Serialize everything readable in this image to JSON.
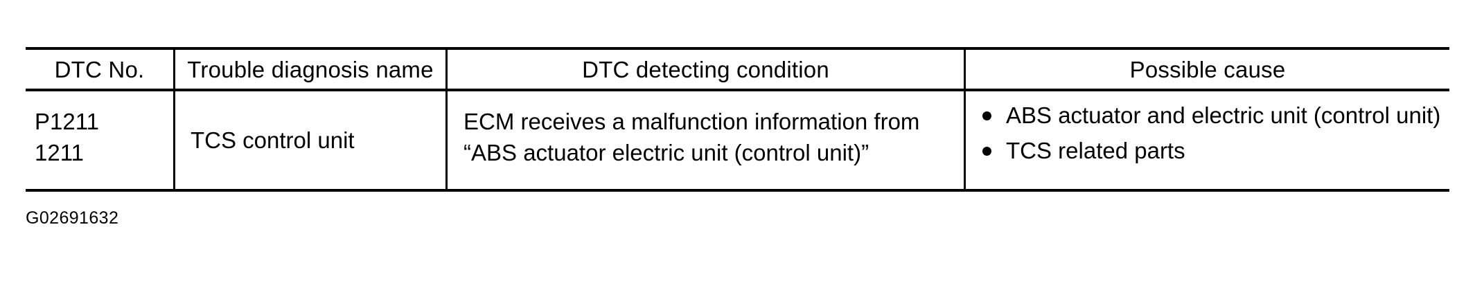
{
  "document": {
    "figure_id": "G02691632"
  },
  "table": {
    "columns": [
      {
        "key": "dtc_no",
        "header": "DTC No."
      },
      {
        "key": "diagnosis",
        "header": "Trouble diagnosis name"
      },
      {
        "key": "condition",
        "header": "DTC detecting condition"
      },
      {
        "key": "cause",
        "header": "Possible cause"
      }
    ],
    "rows": [
      {
        "dtc_no_lines": [
          "P1211",
          "1211"
        ],
        "diagnosis": "TCS control unit",
        "condition_lines": [
          "ECM receives a malfunction information from",
          "“ABS actuator electric unit (control unit)”"
        ],
        "causes": [
          "ABS actuator and electric unit (control unit)",
          "TCS related parts"
        ]
      }
    ]
  },
  "colors": {
    "ink": "#000000",
    "paper": "#ffffff"
  }
}
